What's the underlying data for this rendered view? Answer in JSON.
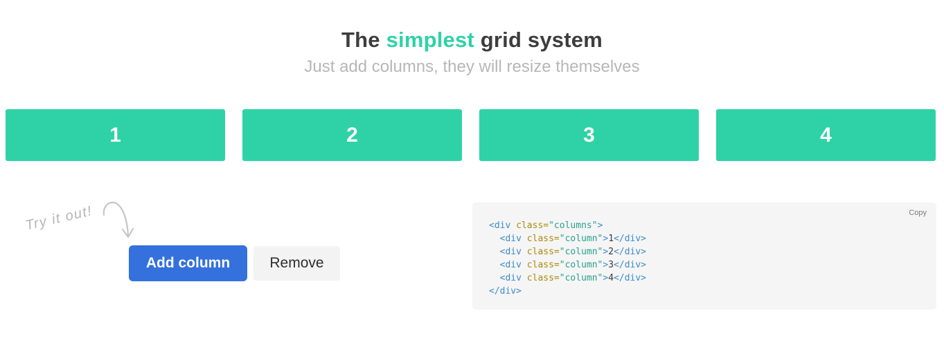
{
  "page": {
    "accent_color": "#2fd2a6",
    "background": "#ffffff"
  },
  "header": {
    "title": {
      "pre": "The ",
      "highlight": "simplest",
      "post": " grid system"
    },
    "subtitle": "Just add columns, they will resize themselves"
  },
  "grid": {
    "column_color": "#2fd2a6",
    "columns": [
      "1",
      "2",
      "3",
      "4"
    ]
  },
  "demo": {
    "try_it_label": "Try it out!",
    "add_button": "Add column",
    "remove_button": "Remove"
  },
  "code_panel": {
    "copy_label": "Copy",
    "token_colors": {
      "tag": "#3b8bcc",
      "attr": "#ae8a0b",
      "string": "#28a08e",
      "text": "#3a3a3a"
    },
    "lines": [
      [
        {
          "t": "<div ",
          "c": "tag"
        },
        {
          "t": "class=",
          "c": "attr"
        },
        {
          "t": "\"columns\"",
          "c": "string"
        },
        {
          "t": ">",
          "c": "tag"
        }
      ],
      [
        {
          "t": "  ",
          "c": "text"
        },
        {
          "t": "<div ",
          "c": "tag"
        },
        {
          "t": "class=",
          "c": "attr"
        },
        {
          "t": "\"column\"",
          "c": "string"
        },
        {
          "t": ">",
          "c": "tag"
        },
        {
          "t": "1",
          "c": "text"
        },
        {
          "t": "</div>",
          "c": "tag"
        }
      ],
      [
        {
          "t": "  ",
          "c": "text"
        },
        {
          "t": "<div ",
          "c": "tag"
        },
        {
          "t": "class=",
          "c": "attr"
        },
        {
          "t": "\"column\"",
          "c": "string"
        },
        {
          "t": ">",
          "c": "tag"
        },
        {
          "t": "2",
          "c": "text"
        },
        {
          "t": "</div>",
          "c": "tag"
        }
      ],
      [
        {
          "t": "  ",
          "c": "text"
        },
        {
          "t": "<div ",
          "c": "tag"
        },
        {
          "t": "class=",
          "c": "attr"
        },
        {
          "t": "\"column\"",
          "c": "string"
        },
        {
          "t": ">",
          "c": "tag"
        },
        {
          "t": "3",
          "c": "text"
        },
        {
          "t": "</div>",
          "c": "tag"
        }
      ],
      [
        {
          "t": "  ",
          "c": "text"
        },
        {
          "t": "<div ",
          "c": "tag"
        },
        {
          "t": "class=",
          "c": "attr"
        },
        {
          "t": "\"column\"",
          "c": "string"
        },
        {
          "t": ">",
          "c": "tag"
        },
        {
          "t": "4",
          "c": "text"
        },
        {
          "t": "</div>",
          "c": "tag"
        }
      ],
      [
        {
          "t": "</div>",
          "c": "tag"
        }
      ]
    ]
  }
}
